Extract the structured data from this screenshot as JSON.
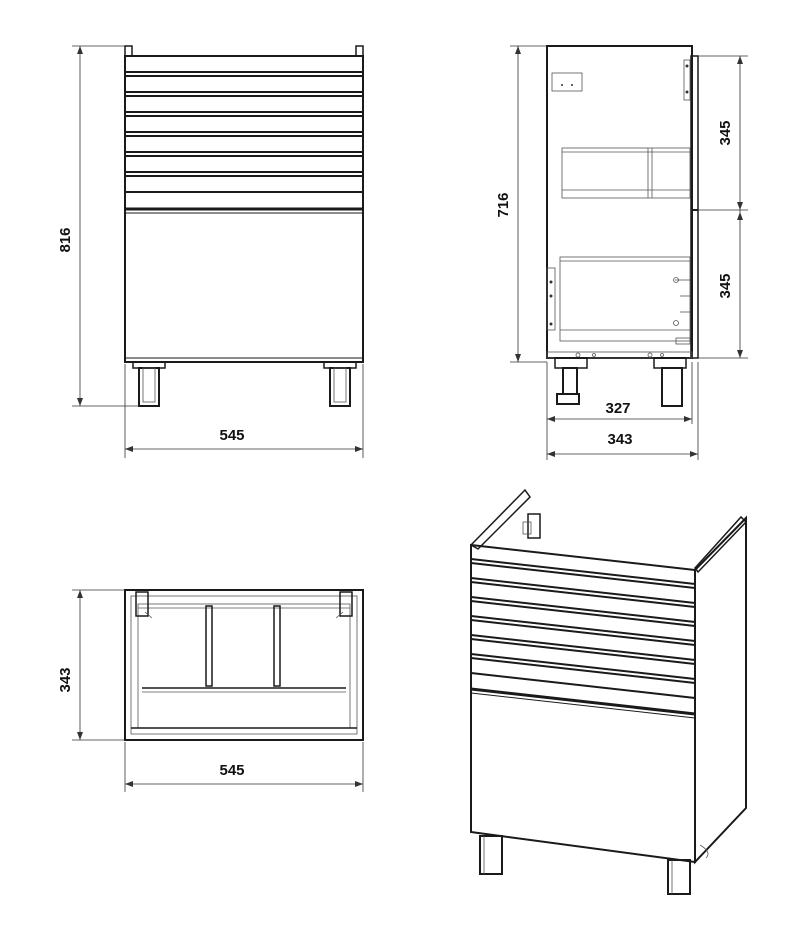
{
  "views": {
    "front": {
      "height_label": "816",
      "width_label": "545"
    },
    "side": {
      "height_label": "716",
      "upper_label": "345",
      "lower_label": "345",
      "depth_inner_label": "327",
      "depth_label": "343"
    },
    "top": {
      "depth_label": "343",
      "width_label": "545"
    }
  },
  "colors": {
    "line": "#1a1a1a",
    "dimension": "#333333",
    "background": "#ffffff"
  }
}
